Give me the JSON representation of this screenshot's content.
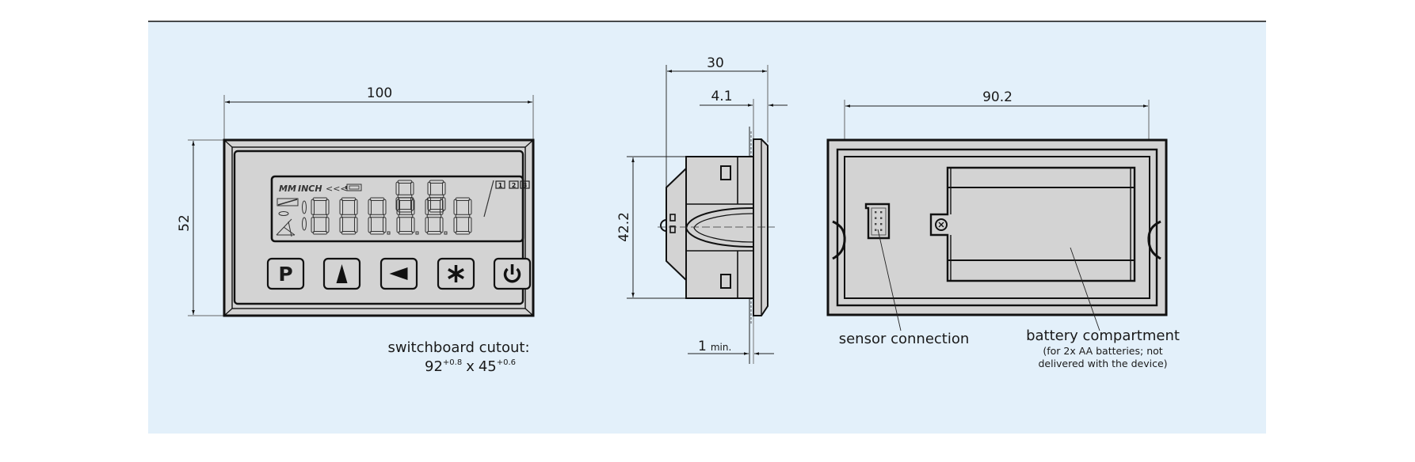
{
  "colors": {
    "panel_background": "#e3f0fa",
    "device_fill": "#d3d3d3",
    "outline": "#111111",
    "dimension_line": "#222222",
    "top_rule": "#111111"
  },
  "front_view": {
    "dimensions": {
      "width": "100",
      "height": "52"
    },
    "lcd": {
      "indicators": [
        "MM",
        "INCH",
        "<<<",
        "battery"
      ],
      "channel_boxes": [
        "1",
        "2",
        "3"
      ],
      "digit_count": 6,
      "small_upper_digits": 2
    },
    "buttons": [
      {
        "name": "p-button",
        "label": "P",
        "icon": "letter-p"
      },
      {
        "name": "up-button",
        "label": "▲",
        "icon": "triangle-up-icon"
      },
      {
        "name": "left-button",
        "label": "◀",
        "icon": "triangle-left-icon"
      },
      {
        "name": "star-button",
        "label": "✱",
        "icon": "asterisk-icon"
      },
      {
        "name": "power-button",
        "label": "⏻",
        "icon": "power-icon"
      }
    ],
    "cutout": {
      "label": "switchboard cutout:",
      "width_value": "92",
      "width_tolerance": "+0.8",
      "times": "x",
      "height_value": "45",
      "height_tolerance": "+0.6"
    }
  },
  "side_view": {
    "dimensions": {
      "depth": "30",
      "bezel": "4.1",
      "body_height": "42.2",
      "panel_thickness": "1",
      "panel_thickness_suffix": "min."
    }
  },
  "rear_view": {
    "dimensions": {
      "width": "90.2"
    },
    "labels": {
      "sensor": "sensor connection",
      "battery": "battery compartment",
      "battery_note_line1": "(for 2x AA batteries; not",
      "battery_note_line2": "delivered with the device)"
    }
  }
}
